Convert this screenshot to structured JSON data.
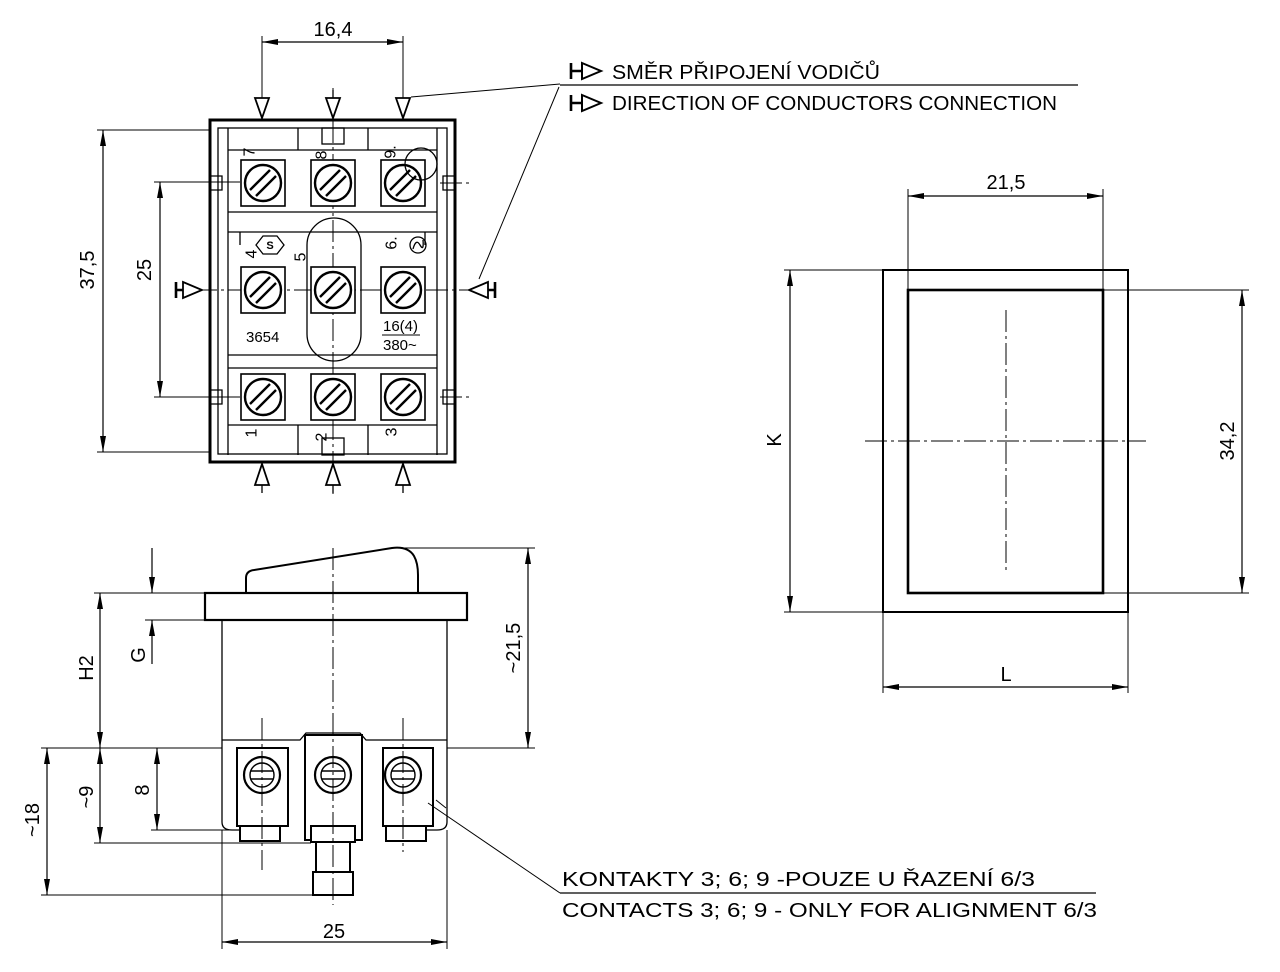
{
  "colors": {
    "ink": "#000000",
    "paper": "#ffffff"
  },
  "legend": {
    "direction_cs": "SMĚR PŘIPOJENÍ VODIČŮ",
    "direction_en": "DIRECTION OF CONDUCTORS CONNECTION"
  },
  "front_view": {
    "dim_terminal_spacing": "16,4",
    "dim_height": "37,5",
    "dim_row_spacing": "25",
    "terminals_top": [
      "7",
      "8",
      "9."
    ],
    "terminals_middle": [
      "4",
      "5",
      "6."
    ],
    "terminals_bottom": [
      "1",
      "2",
      "3"
    ],
    "type_number": "3654",
    "rating_current": "16(4)",
    "rating_voltage": "380~",
    "logo_letter": "S"
  },
  "cutout_view": {
    "dim_inner_width": "21,5",
    "dim_inner_height": "34,2",
    "dim_outer_height": "K",
    "dim_outer_width": "L"
  },
  "side_view": {
    "dim_h2": "H2",
    "dim_g": "G",
    "dim_total_height": "~21,5",
    "dim_terminal_length": "~18",
    "dim_terminal_depth": "~9",
    "dim_screw_depth": "8",
    "dim_width": "25"
  },
  "note": {
    "contacts_cs": "KONTAKTY 3; 6; 9 -POUZE U ŘAZENÍ 6/3",
    "contacts_en": "CONTACTS 3; 6; 9 - ONLY FOR ALIGNMENT 6/3"
  }
}
